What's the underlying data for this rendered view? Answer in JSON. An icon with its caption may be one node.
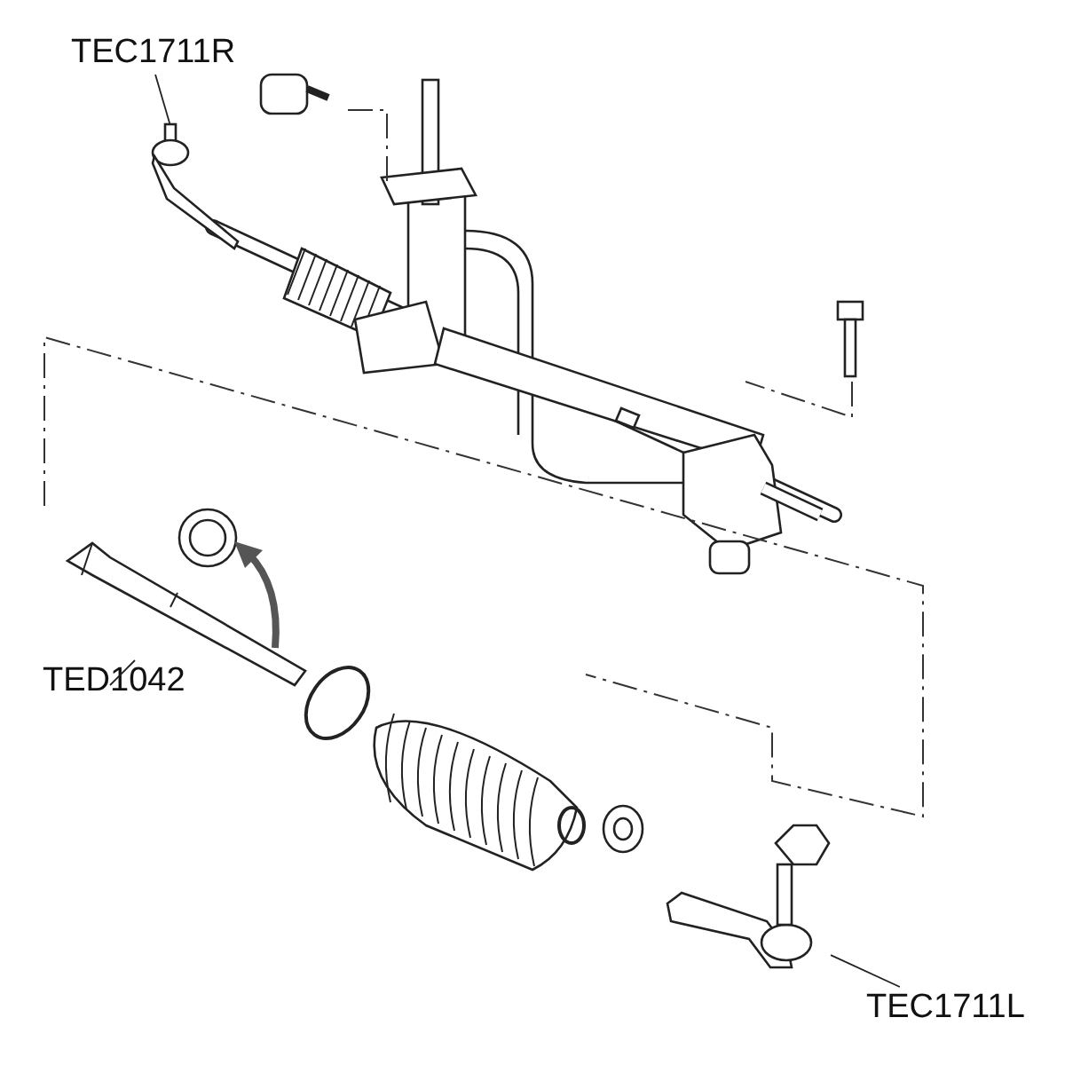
{
  "diagram": {
    "nodes": [
      {
        "text": [
          "TEC1711R"
        ]
      },
      {
        "text": [],
        "shape": "picture"
      },
      {
        "text": [
          "TED1042"
        ]
      },
      {
        "text": [],
        "shape": "picture"
      },
      {
        "text": [
          "TEC1711L"
        ]
      },
      {
        "text": [],
        "shape": "picture"
      }
    ],
    "edges": [
      {
        "from": 0,
        "to": 1,
        "arrow": "none"
      },
      {
        "from": 2,
        "to": 3,
        "arrow": "none"
      },
      {
        "from": 4,
        "to": 5,
        "arrow": "none"
      }
    ]
  }
}
